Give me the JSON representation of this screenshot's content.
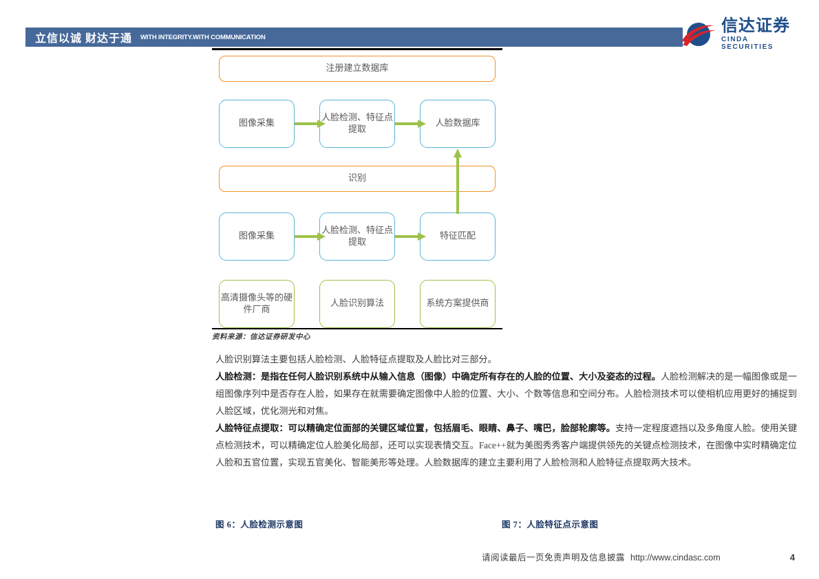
{
  "header": {
    "slogan_cn": "立信以诚  财达于通",
    "slogan_en": "WITH INTEGRITY.WITH COMMUNICATION",
    "band_color": "#46699a"
  },
  "logo": {
    "name_cn": "信达证券",
    "name_en": "CINDA SECURITIES",
    "brand_color": "#1f4f8b",
    "accent_color": "#d8232a"
  },
  "figure": {
    "source": "资料来源：信达证券研发中心",
    "colors": {
      "band_border": "#f0922b",
      "process_border": "#5cb3d4",
      "vendor_border": "#9dc24a",
      "arrow": "#9dc24a"
    },
    "nodes": {
      "register_band": "注册建立数据库",
      "recognize_band": "识别",
      "capture_1": "图像采集",
      "detect_1": "人脸检测、特征点提取",
      "face_db": "人脸数据库",
      "capture_2": "图像采集",
      "detect_2": "人脸检测、特征点提取",
      "match": "特征匹配",
      "hardware": "高清摄像头等的硬件厂商",
      "algorithm": "人脸识别算法",
      "system": "系统方案提供商"
    }
  },
  "body": {
    "para_1": "人脸识别算法主要包括人脸检测、人脸特征点提取及人脸比对三部分。",
    "para_2_bold": "人脸检测：是指在任何人脸识别系统中从输入信息（图像）中确定所有存在的人脸的位置、大小及姿态的过程。",
    "para_2_rest": "人脸检测解决的是一幅图像或是一组图像序列中是否存在人脸，如果存在就需要确定图像中人脸的位置、大小、个数等信息和空间分布。人脸检测技术可以使相机应用更好的捕捉到人脸区域，优化测光和对焦。",
    "para_3_bold": "人脸特征点提取：可以精确定位面部的关键区域位置，包括眉毛、眼睛、鼻子、嘴巴，脸部轮廓等。",
    "para_3_rest": "支持一定程度遮挡以及多角度人脸。使用关键点检测技术，可以精确定位人脸美化局部，还可以实现表情交互。Face++就为美图秀秀客户端提供领先的关键点检测技术，在图像中实时精确定位人脸和五官位置，实现五官美化、智能美形等处理。人脸数据库的建立主要利用了人脸检测和人脸特征点提取两大技术。"
  },
  "captions": {
    "fig_6": "图 6：人脸检测示意图",
    "fig_7": "图 7：人脸特征点示意图",
    "color": "#1f3864"
  },
  "footer": {
    "disclaimer": "请阅读最后一页免责声明及信息披露",
    "url": "http://www.cindasc.com",
    "page_number": "4"
  }
}
